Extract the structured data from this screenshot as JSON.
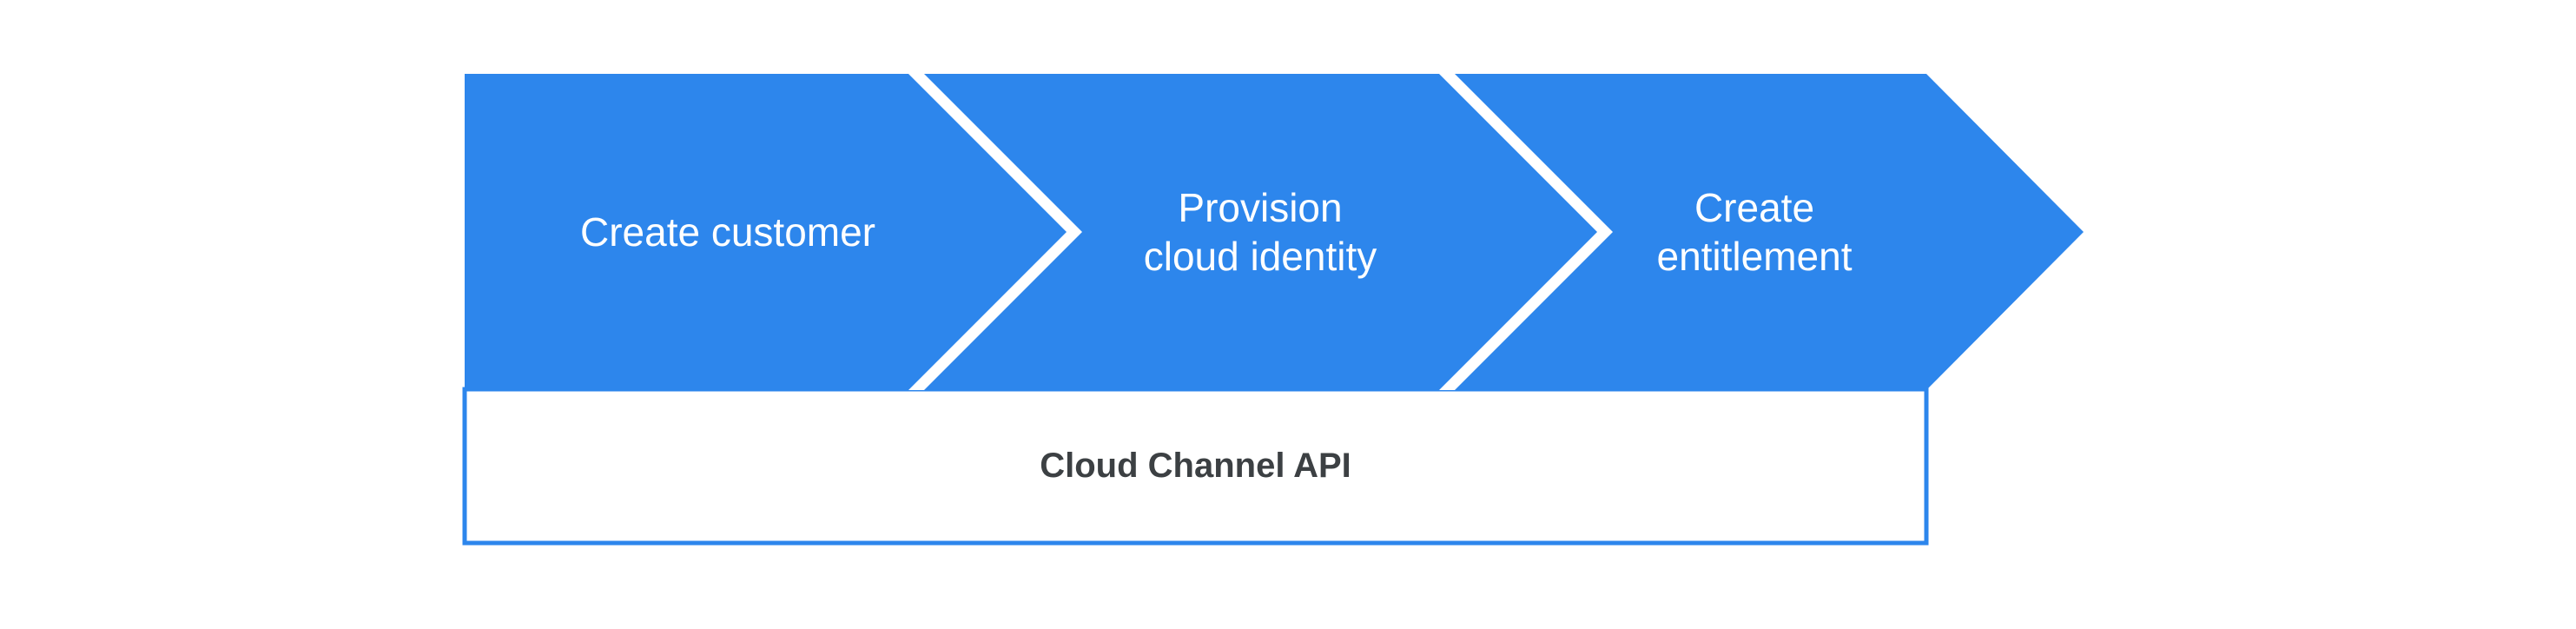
{
  "diagram": {
    "steps": [
      {
        "lines": [
          "Create customer"
        ]
      },
      {
        "lines": [
          "Provision",
          "cloud identity"
        ]
      },
      {
        "lines": [
          "Create",
          "entitlement"
        ]
      }
    ],
    "api_box": {
      "label": "Cloud Channel API"
    },
    "colors": {
      "arrow_fill": "#2d86ec",
      "separator": "#ffffff",
      "box_border": "#2d86ec",
      "box_fill": "#ffffff",
      "step_text": "#ffffff",
      "box_text": "#3c4043",
      "background": "#ffffff"
    }
  }
}
